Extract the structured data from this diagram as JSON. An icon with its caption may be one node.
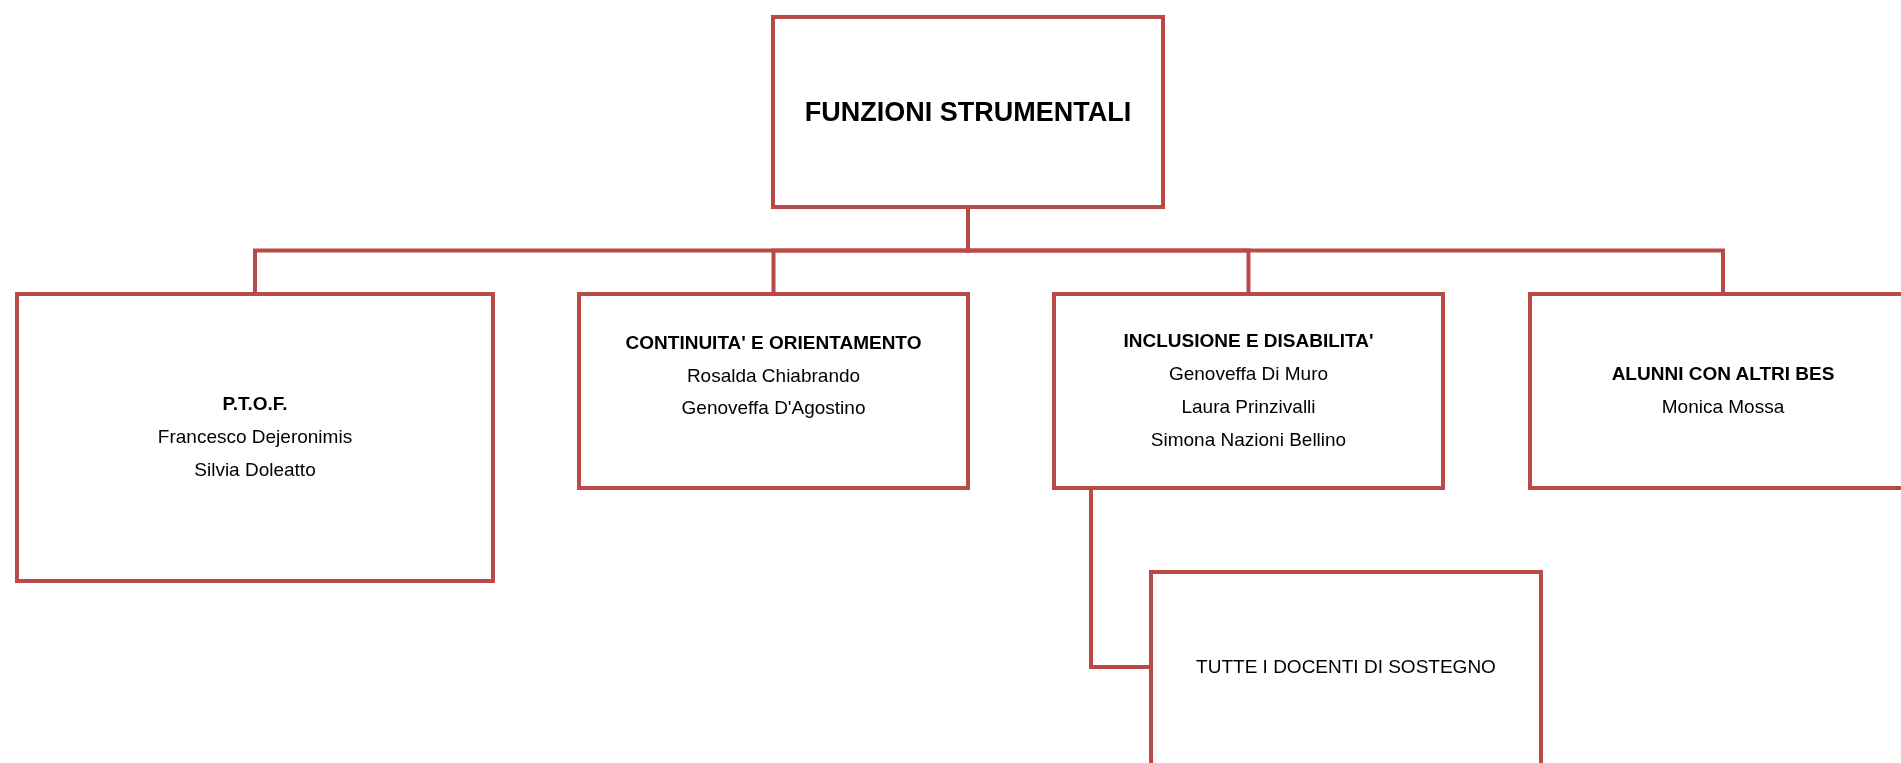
{
  "diagram": {
    "nodes": [
      {
        "text": [
          "FUNZIONI STRUMENTALI"
        ]
      },
      {
        "text": [
          "P.T.O.F.",
          "Francesco Dejeronimis",
          "Silvia Doleatto"
        ]
      },
      {
        "text": [
          "CONTINUITA' E ORIENTAMENTO",
          "Rosalda Chiabrando",
          "Genoveffa D'Agostino"
        ]
      },
      {
        "text": [
          "INCLUSIONE E DISABILITA'",
          "Genoveffa Di Muro",
          "Laura Prinzivalli",
          "Simona Nazioni Bellino"
        ]
      },
      {
        "text": [
          "ALUNNI CON ALTRI BES",
          "Monica Mossa"
        ]
      },
      {
        "text": [
          "TUTTE I DOCENTI DI SOSTEGNO"
        ]
      }
    ],
    "edges": [
      {
        "from": 0,
        "to": 1,
        "arrow": "none"
      },
      {
        "from": 0,
        "to": 2,
        "arrow": "none"
      },
      {
        "from": 0,
        "to": 3,
        "arrow": "none"
      },
      {
        "from": 0,
        "to": 4,
        "arrow": "none"
      },
      {
        "from": 3,
        "to": 5,
        "arrow": "none"
      }
    ]
  }
}
